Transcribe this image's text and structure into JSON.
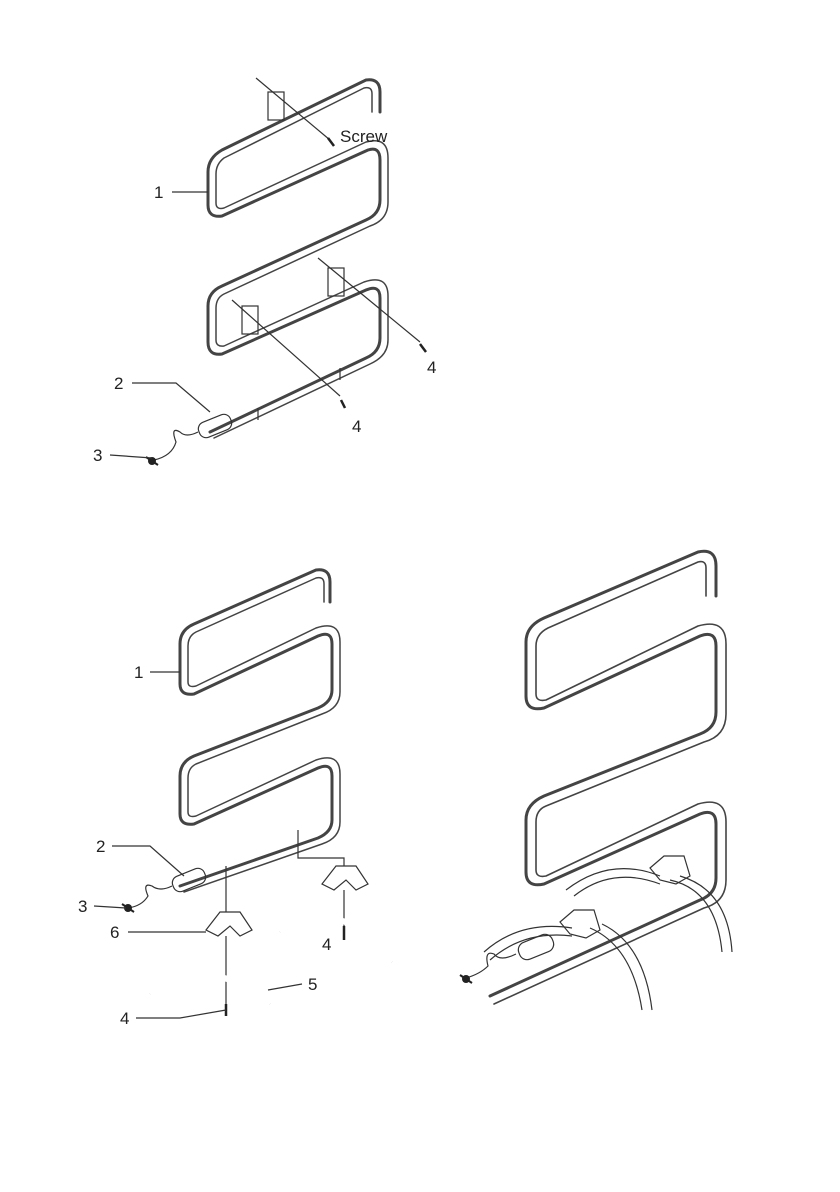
{
  "diagram_1": {
    "callouts": [
      {
        "id": "c1",
        "text": "1"
      },
      {
        "id": "c2",
        "text": "2"
      },
      {
        "id": "c3",
        "text": "3"
      },
      {
        "id": "c4a",
        "text": "4"
      },
      {
        "id": "c4b",
        "text": "4"
      }
    ],
    "screw_label": "Screw"
  },
  "diagram_2": {
    "callouts": [
      {
        "id": "c1",
        "text": "1"
      },
      {
        "id": "c2",
        "text": "2"
      },
      {
        "id": "c3",
        "text": "3"
      },
      {
        "id": "c6",
        "text": "6"
      },
      {
        "id": "c4a",
        "text": "4"
      },
      {
        "id": "c5",
        "text": "5"
      },
      {
        "id": "c4b",
        "text": "4"
      }
    ]
  },
  "colors": {
    "line": "#444444",
    "text": "#222222",
    "background": "#ffffff"
  }
}
